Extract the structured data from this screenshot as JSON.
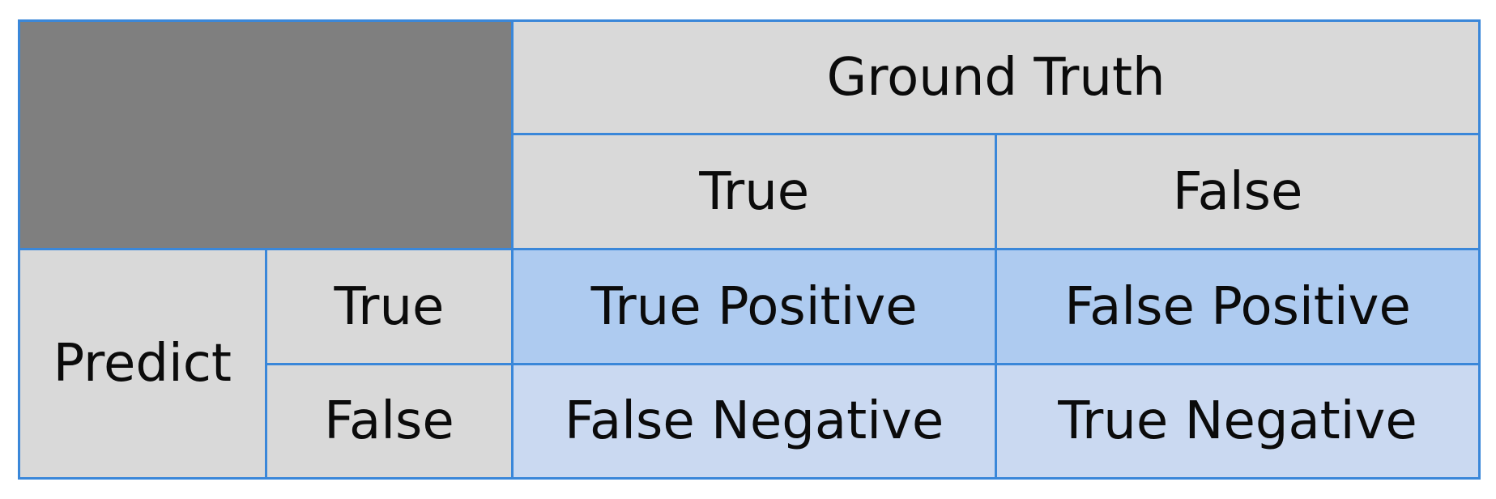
{
  "ground_truth": {
    "title": "Ground Truth",
    "true_label": "True",
    "false_label": "False"
  },
  "predict": {
    "title": "Predict",
    "true_label": "True",
    "false_label": "False"
  },
  "cells": {
    "true_positive": "True Positive",
    "false_positive": "False Positive",
    "false_negative": "False Negative",
    "true_negative": "True Negative"
  },
  "colors": {
    "border": "#3a87d9",
    "corner": "#7f7f7f",
    "header": "#d9d9d9",
    "positive_row": "#aecbf0",
    "negative_row": "#cad9f1"
  }
}
